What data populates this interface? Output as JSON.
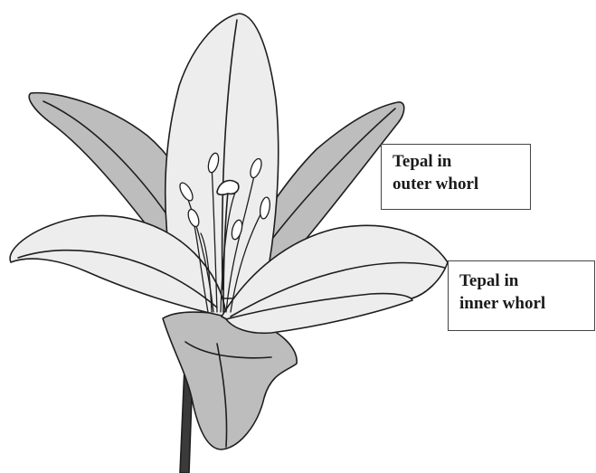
{
  "labels": {
    "outer_whorl": {
      "line1": "Tepal in",
      "line2": "outer whorl"
    },
    "inner_whorl": {
      "line1": "Tepal in",
      "line2": "inner whorl"
    }
  },
  "colors": {
    "outline": "#1e1e1e",
    "outer_tepal_fill": "#bdbdbd",
    "inner_tepal_fill": "#ededed",
    "stem": "#3a3a3a",
    "background": "#ffffff"
  }
}
